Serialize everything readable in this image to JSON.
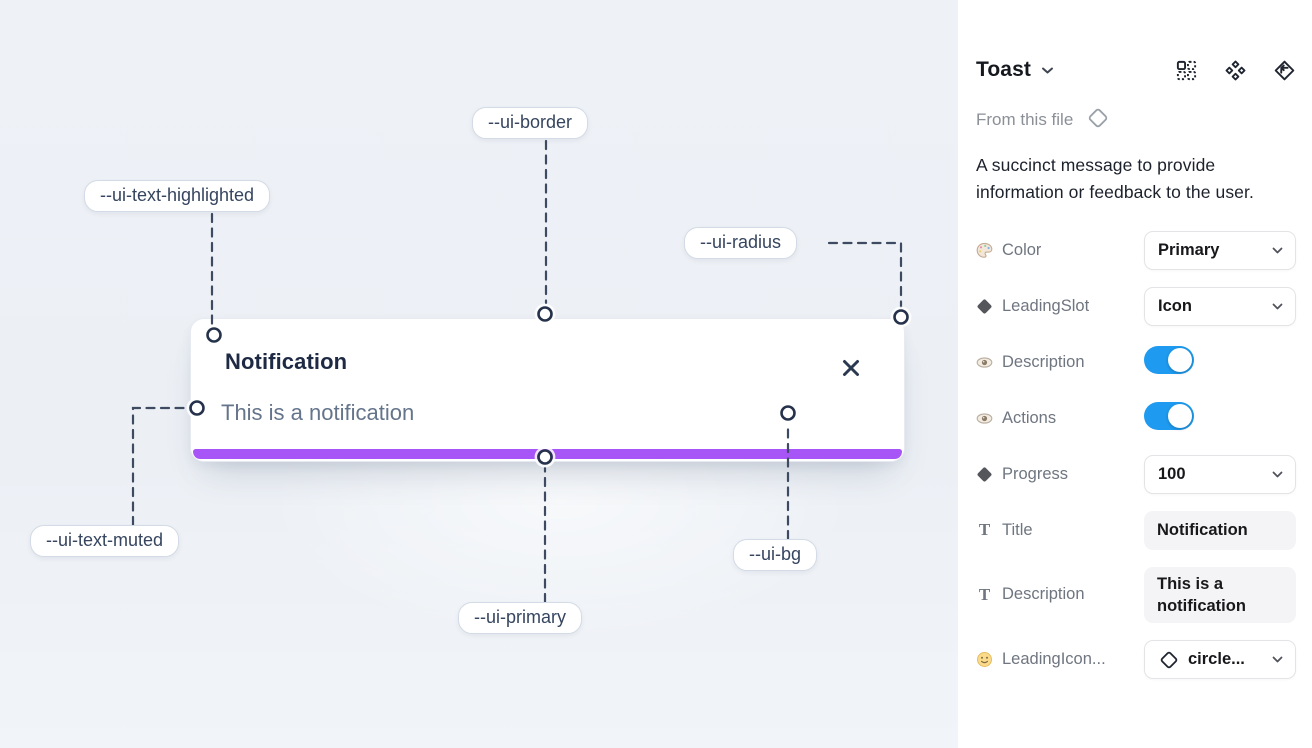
{
  "canvas": {
    "toast": {
      "title": "Notification",
      "description": "This is a notification"
    },
    "labels": [
      {
        "id": "ui-text-highlighted",
        "text": "--ui-text-highlighted"
      },
      {
        "id": "ui-border",
        "text": "--ui-border"
      },
      {
        "id": "ui-radius",
        "text": "--ui-radius"
      },
      {
        "id": "ui-text-muted",
        "text": "--ui-text-muted"
      },
      {
        "id": "ui-primary",
        "text": "--ui-primary"
      },
      {
        "id": "ui-bg",
        "text": "--ui-bg"
      }
    ],
    "colors": {
      "primary_bar": "#A855F7",
      "canvas_bg": "#EEF1F6"
    }
  },
  "panel": {
    "title": "Toast",
    "source": "From this file",
    "description": "A succinct message to provide information or feedback to the user.",
    "properties": [
      {
        "label": "Color",
        "icon": "palette-icon",
        "control": "select",
        "value": "Primary"
      },
      {
        "label": "LeadingSlot",
        "icon": "diamond-icon",
        "control": "select",
        "value": "Icon"
      },
      {
        "label": "Description",
        "icon": "eye-icon",
        "control": "toggle",
        "value": "on"
      },
      {
        "label": "Actions",
        "icon": "eye-icon",
        "control": "toggle",
        "value": "on"
      },
      {
        "label": "Progress",
        "icon": "diamond-icon",
        "control": "select",
        "value": "100"
      },
      {
        "label": "Title",
        "icon": "text-icon",
        "control": "text",
        "value": "Notification"
      },
      {
        "label": "Description",
        "icon": "text-icon",
        "control": "text",
        "value": "This is a notification"
      },
      {
        "label": "LeadingIcon...",
        "icon": "smiley-icon",
        "control": "select",
        "value": "circle..."
      }
    ],
    "colors": {
      "toggle_on": "#1E9BF0"
    }
  }
}
